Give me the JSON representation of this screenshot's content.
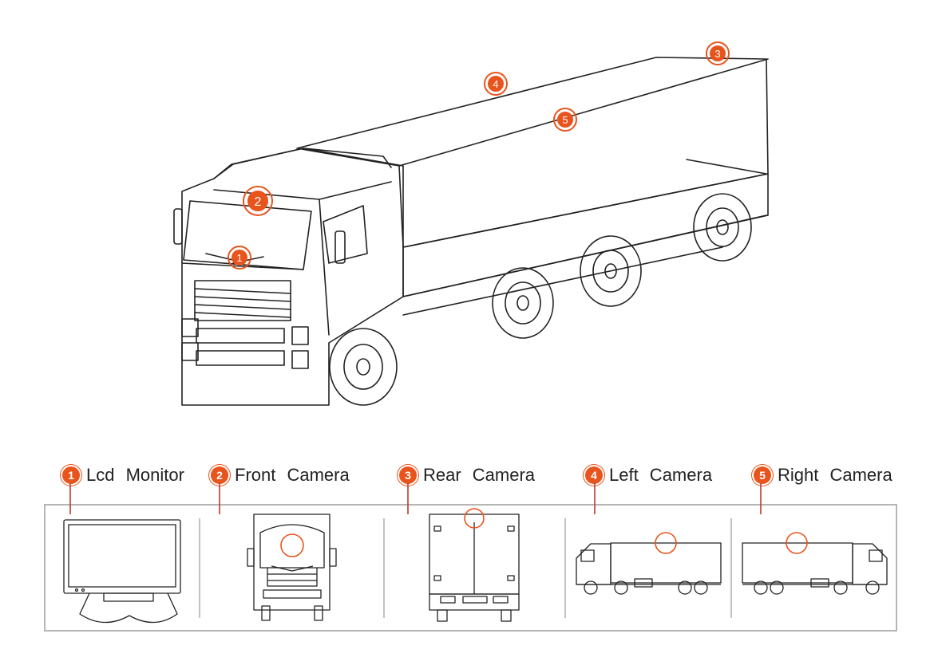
{
  "colors": {
    "accent": "#e8541c",
    "line": "#222222",
    "panel_border": "#b5b5b5"
  },
  "callouts": [
    {
      "number": "1",
      "label": "Lcd  Monitor"
    },
    {
      "number": "2",
      "label": "Front  Camera"
    },
    {
      "number": "3",
      "label": "Rear  Camera"
    },
    {
      "number": "4",
      "label": "Left  Camera"
    },
    {
      "number": "5",
      "label": "Right  Camera"
    }
  ]
}
